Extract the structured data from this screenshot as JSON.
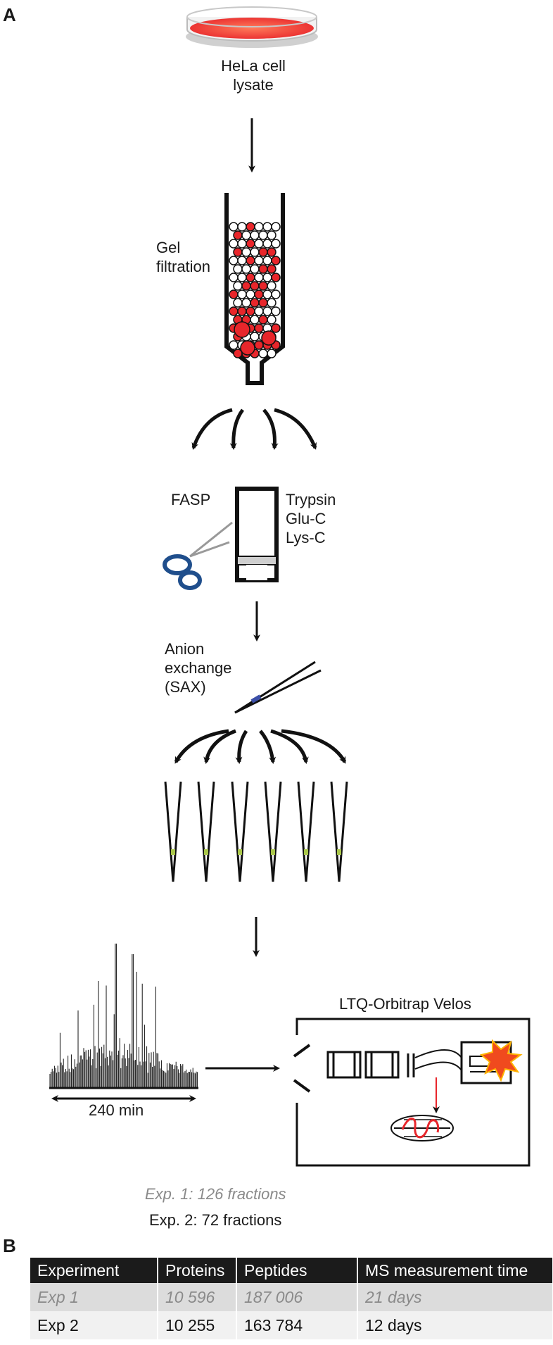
{
  "panels": {
    "a": "A",
    "b": "B"
  },
  "steps": {
    "lysate": "HeLa cell\nlysate",
    "gel": "Gel\nfiltration",
    "fasp": "FASP",
    "enzymes": "Trypsin\nGlu-C\nLys-C",
    "sax": "Anion\nexchange\n(SAX)",
    "time": "240 min",
    "instrument": "LTQ-Orbitrap Velos",
    "exp1": "Exp. 1: 126 fractions",
    "exp2": "Exp. 2: 72 fractions"
  },
  "table": {
    "headers": [
      "Experiment",
      "Proteins",
      "Peptides",
      "MS measurement time"
    ],
    "rows": [
      [
        "Exp 1",
        "10 596",
        "187 006",
        "21 days"
      ],
      [
        "Exp 2",
        "10 255",
        "163 784",
        "12 days"
      ]
    ]
  },
  "colors": {
    "lysate_red": "#e8262b",
    "scissors_blue": "#1f4e8c",
    "tip_green": "#a9c64a",
    "ink": "#111111"
  }
}
